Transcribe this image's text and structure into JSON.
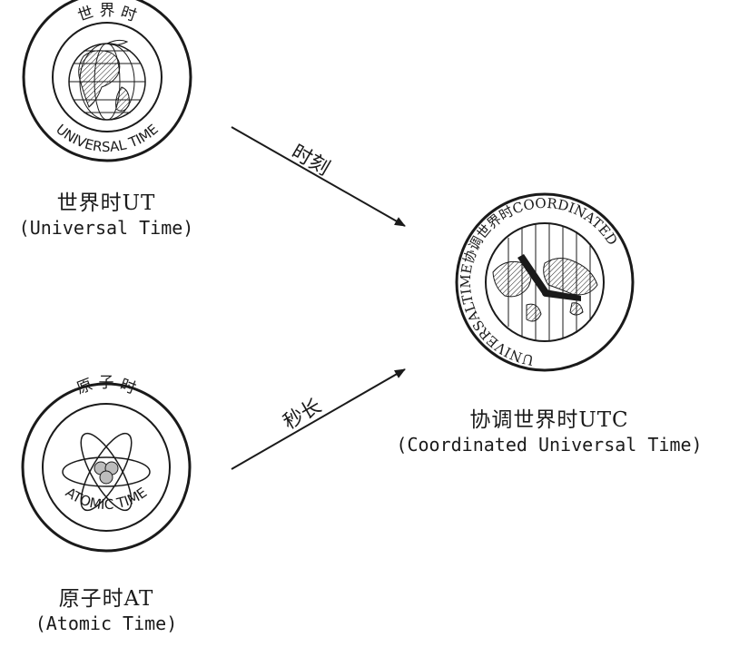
{
  "nodes": {
    "ut": {
      "label_cn": "世界时UT",
      "label_en": "(Universal Time)",
      "seal_top": "世 界 时",
      "seal_bottom": "UNIVERSAL TIME",
      "icon": "globe-icon"
    },
    "at": {
      "label_cn": "原子时AT",
      "label_en": "(Atomic Time)",
      "seal_top": "原 子 时",
      "seal_bottom": "ATOMIC TIME",
      "icon": "atom-icon"
    },
    "utc": {
      "label_cn": "协调世界时UTC",
      "label_en": "(Coordinated Universal Time)",
      "seal_ring": "UNIVERSALTIME协调世界时COORDINATED",
      "icon": "world-clock-icon"
    }
  },
  "edges": {
    "ut_to_utc": {
      "label": "时刻"
    },
    "at_to_utc": {
      "label": "秒长"
    }
  }
}
